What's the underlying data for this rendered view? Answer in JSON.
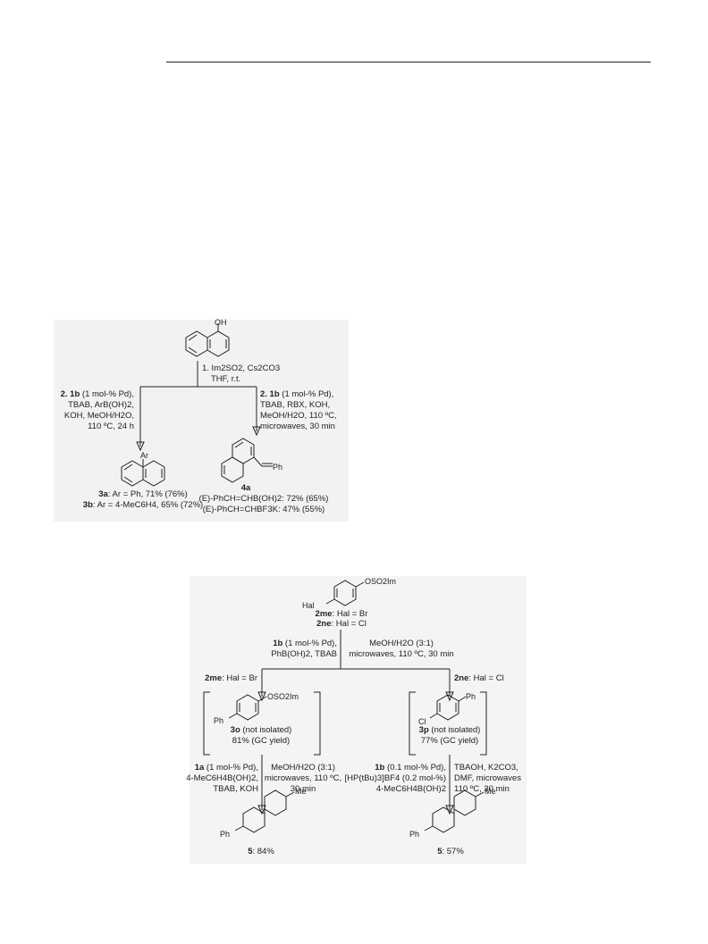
{
  "scheme1": {
    "start_oh": "OH",
    "step1_line1": "1. Im2SO2, Cs2CO3",
    "step1_line2": "THF, r.t.",
    "left": {
      "l1": "(1 mol-% Pd),",
      "l1_bold": "2. 1b",
      "l2": "TBAB, ArB(OH)2,",
      "l3": "KOH, MeOH/H2O,",
      "l4": "110 ºC, 24 h"
    },
    "right": {
      "l1_bold": "2. 1b",
      "l1": "(1 mol-% Pd),",
      "l2": "TBAB, RBX, KOH,",
      "l3": "MeOH/H2O, 110 ºC,",
      "l4": "microwaves, 30 min"
    },
    "prod_left_ar": "Ar",
    "prod_left_3a_bold": "3a",
    "prod_left_3a": ": Ar = Ph, 71% (76%)",
    "prod_left_3b_bold": "3b",
    "prod_left_3b": ": Ar = 4-MeC6H4, 65% (72%)",
    "prod_right_ph": "Ph",
    "prod_right_4a": "4a",
    "prod_right_l1": "(E)-PhCH=CHB(OH)2: 72% (65%)",
    "prod_right_l2": "(E)-PhCH=CHBF3K: 47% (55%)"
  },
  "scheme2": {
    "start_sub": "OSO2Im",
    "start_hal": "Hal",
    "start_2me_bold": "2me",
    "start_2me": ": Hal = Br",
    "start_2ne_bold": "2ne",
    "start_2ne": ": Hal = Cl",
    "cond_left_1b": "1b",
    "cond_left_l1": "(1 mol-% Pd),",
    "cond_left_l2": "PhB(OH)2, TBAB",
    "cond_right_l1": "MeOH/H2O (3:1)",
    "cond_right_l2": "microwaves, 110 ºC, 30 min",
    "branch_left_bold": "2me",
    "branch_left": ": Hal = Br",
    "branch_right_bold": "2ne",
    "branch_right": ": Hal = Cl",
    "mid_left_sub": "OSO2Im",
    "mid_left_ph": "Ph",
    "mid_left_3o_bold": "3o",
    "mid_left_3o": "(not isolated)",
    "mid_left_yield": "81% (GC yield)",
    "mid_right_ph": "Ph",
    "mid_right_cl": "Cl",
    "mid_right_3p_bold": "3p",
    "mid_right_3p": "(not isolated)",
    "mid_right_yield": "77% (GC yield)",
    "c2l_1a": "1a",
    "c2l_l1": "(1 mol-% Pd),",
    "c2l_l2": "4-MeC6H4B(OH)2,",
    "c2l_l3": "TBAB, KOH",
    "c2lr_l1": "MeOH/H2O (3:1)",
    "c2lr_l2": "microwaves, 110 ºC,",
    "c2lr_l3": "30 min",
    "c2r_1b": "1b",
    "c2r_l1": "(0.1 mol-% Pd),",
    "c2r_l2": "[HP(tBu)3]BF4 (0.2 mol-%)",
    "c2r_l3": "4-MeC6H4B(OH)2",
    "c2rr_l1": "TBAOH, K2CO3,",
    "c2rr_l2": "DMF, microwaves",
    "c2rr_l3": "110 ºC, 30 min",
    "final_me": "Me",
    "final_ph": "Ph",
    "final_left_bold": "5",
    "final_left": ": 84%",
    "final_right_me": "Me",
    "final_right_ph": "Ph",
    "final_right_bold": "5",
    "final_right": ": 57%"
  }
}
